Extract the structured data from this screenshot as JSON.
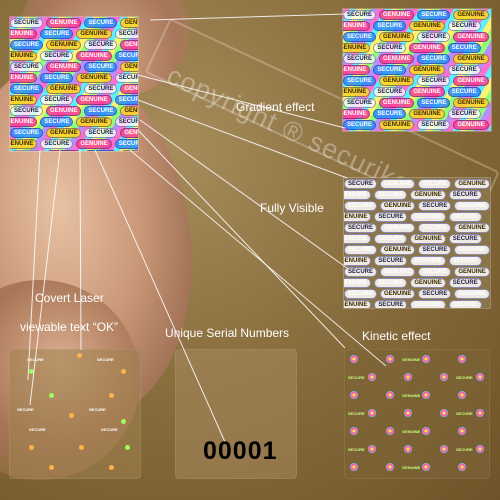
{
  "watermark": "copyright ® securikey.com",
  "hologram": {
    "words": [
      "SECURE",
      "GENUINE",
      "SECURE",
      "GENUINE",
      "SECURE",
      "GENUINE"
    ]
  },
  "labels": {
    "gradient": "Gradient effect",
    "visible": "Fully Visible",
    "covert_line1": "Covert Laser",
    "covert_line2": "viewable text “OK”",
    "serial": "Unique Serial Numbers",
    "kinetic": "Kinetic effect"
  },
  "samples": {
    "covert_word": "SECURE",
    "kinetic_words": [
      "GENUINE",
      "SECURE"
    ],
    "serial_number": "00001"
  }
}
